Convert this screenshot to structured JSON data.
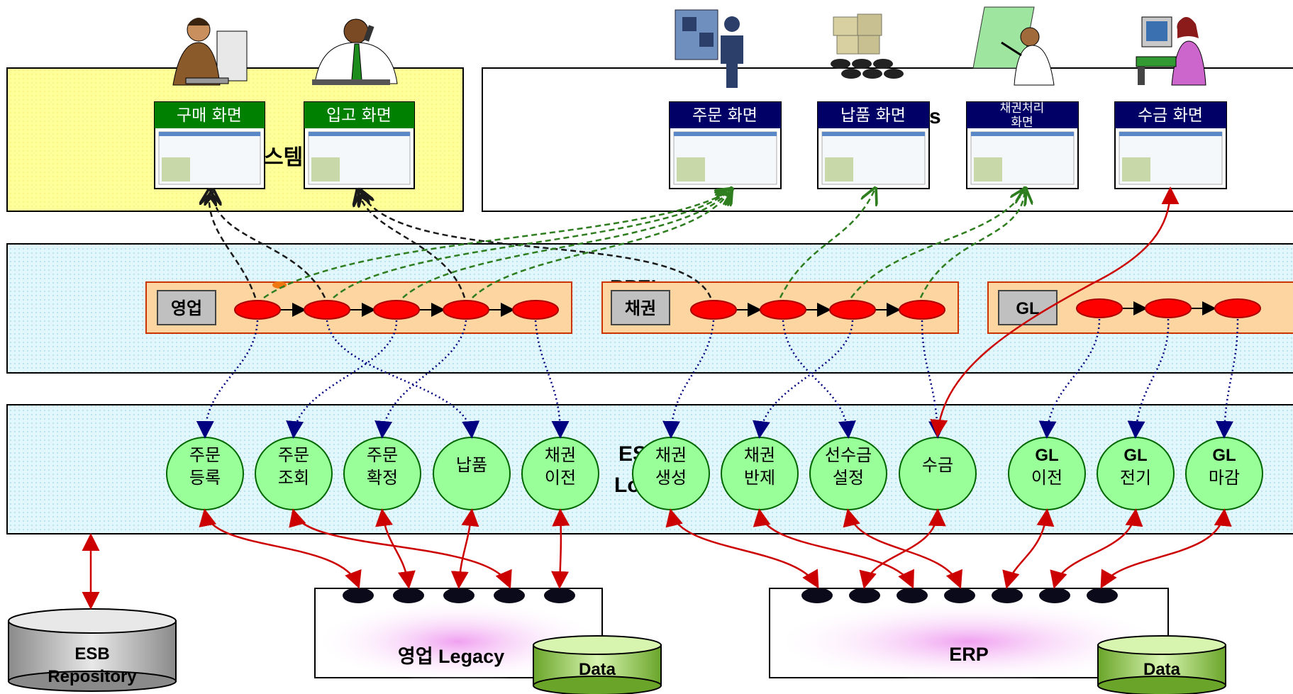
{
  "screens_left": {
    "partial_label": "스템",
    "items": [
      {
        "label": "구매 화면"
      },
      {
        "label": "입고 화면"
      }
    ]
  },
  "screens_right": {
    "partial_label": "s",
    "items": [
      {
        "label": "주문 화면"
      },
      {
        "label": "납품 화면"
      },
      {
        "label": "채권처리",
        "label2": "화면"
      },
      {
        "label": "수금 화면"
      }
    ]
  },
  "process_layer": {
    "partial_label": "BPEL",
    "groups": [
      {
        "label": "영업"
      },
      {
        "label": "채권"
      },
      {
        "label": "GL"
      }
    ]
  },
  "service_layer": {
    "partial_label_1": "ES",
    "partial_label_2": "Lo",
    "services": [
      {
        "line1": "주문",
        "line2": "등록"
      },
      {
        "line1": "주문",
        "line2": "조회"
      },
      {
        "line1": "주문",
        "line2": "확정"
      },
      {
        "line1": "납품",
        "line2": ""
      },
      {
        "line1": "채권",
        "line2": "이전"
      },
      {
        "line1": "채권",
        "line2": "생성"
      },
      {
        "line1": "채권",
        "line2": "반제"
      },
      {
        "line1": "선수금",
        "line2": "설정"
      },
      {
        "line1": "수금",
        "line2": ""
      },
      {
        "line1": "GL",
        "line2": "이전"
      },
      {
        "line1": "GL",
        "line2": "전기"
      },
      {
        "line1": "GL",
        "line2": "마감"
      }
    ]
  },
  "backends": {
    "esb_repository": {
      "line1": "ESB",
      "line2": "Repository"
    },
    "legacy": {
      "label": "영업 Legacy",
      "data_label": "Data"
    },
    "erp": {
      "label": "ERP",
      "data_label": "Data"
    }
  },
  "colors": {
    "left_panel": "#ffff99",
    "layer_fill": "#dff6fb",
    "process_box": "#fcd5a0",
    "process_node": "#ff0000",
    "service_node": "#99ff99",
    "screen_header_green": "#008000",
    "screen_header_navy": "#000066",
    "red_arrow": "#cc0000",
    "dark_dash": "#1a1a1a",
    "green_dash": "#2e7d1f",
    "blue_dot": "#000080"
  },
  "icons": [
    "person-computer-icon",
    "person-phone-icon",
    "presenter-icon",
    "boxes-icon",
    "presenter-board-icon",
    "person-chart-icon"
  ]
}
